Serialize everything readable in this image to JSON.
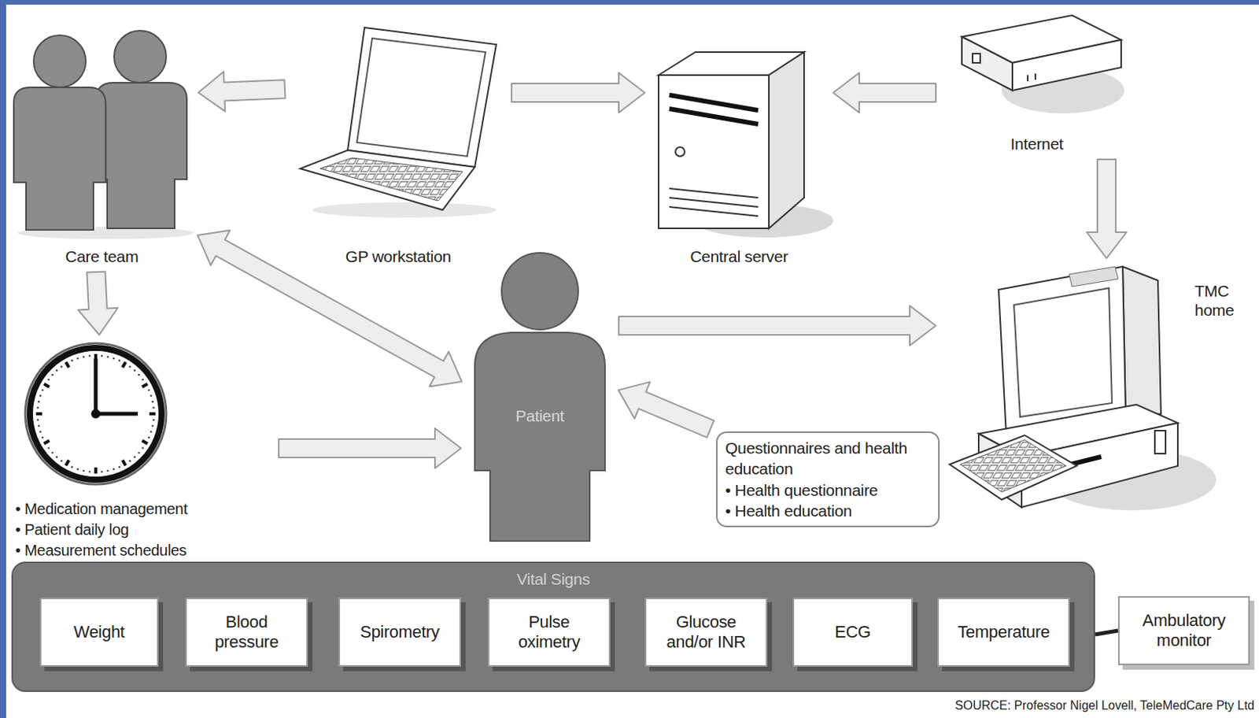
{
  "diagram": {
    "nodes": [
      {
        "text": [
          "Care team"
        ]
      },
      {
        "text": [
          "GP workstation"
        ]
      },
      {
        "text": [
          "Central server"
        ]
      },
      {
        "text": [
          "Internet"
        ]
      },
      {
        "text": [
          "• Medication management",
          "• Patient daily log",
          "• Measurement schedules"
        ]
      },
      {
        "text": [
          "Patient"
        ]
      },
      {
        "text": [
          "Questionnaires and health education",
          "• Health questionnaire",
          "• Health education"
        ]
      },
      {
        "text": [
          "TMC home"
        ]
      },
      {
        "text": [
          "Vital Signs"
        ]
      },
      {
        "text": [
          "Weight"
        ],
        "in": 8
      },
      {
        "text": [
          "Blood pressure"
        ],
        "in": 8
      },
      {
        "text": [
          "Spirometry"
        ],
        "in": 8
      },
      {
        "text": [
          "Pulse oximetry"
        ],
        "in": 8
      },
      {
        "text": [
          "Glucose and/or INR"
        ],
        "in": 8
      },
      {
        "text": [
          "ECG"
        ],
        "in": 8
      },
      {
        "text": [
          "Temperature"
        ],
        "in": 8
      },
      {
        "text": [
          "Ambulatory monitor"
        ]
      }
    ],
    "edges": [
      {
        "from": 1,
        "to": 0,
        "arrow": "to"
      },
      {
        "from": 1,
        "to": 2,
        "arrow": "to"
      },
      {
        "from": 3,
        "to": 2,
        "arrow": "to"
      },
      {
        "from": 3,
        "to": 7,
        "arrow": "to"
      },
      {
        "from": 0,
        "to": 4,
        "arrow": "to"
      },
      {
        "from": 0,
        "to": 5,
        "arrow": "both"
      },
      {
        "from": 4,
        "to": 5,
        "arrow": "to"
      },
      {
        "from": 5,
        "to": 7,
        "arrow": "to"
      },
      {
        "from": 6,
        "to": 5,
        "arrow": "to"
      },
      {
        "from": 8,
        "to": 16,
        "arrow": "none"
      }
    ],
    "labels": [
      "SOURCE: Professor Nigel Lovell, TeleMedCare Pty Ltd"
    ]
  }
}
